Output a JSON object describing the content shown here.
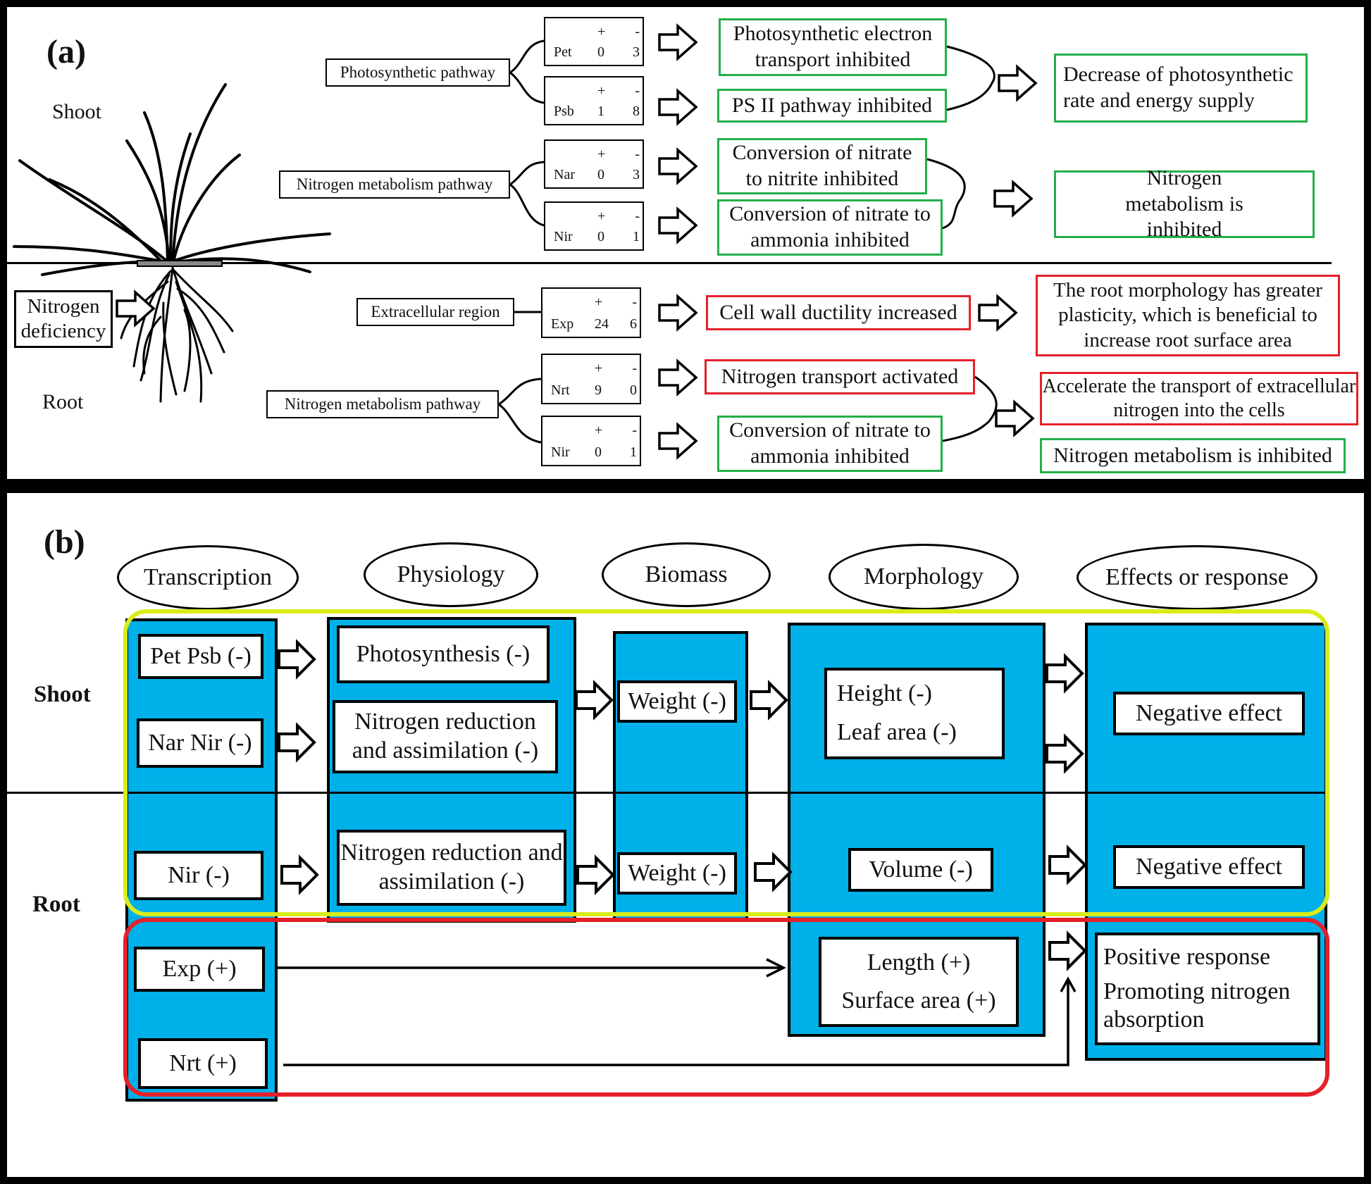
{
  "panel_a": {
    "label": "(a)",
    "shoot_label": "Shoot",
    "root_label": "Root",
    "nitrogen_deficiency": "Nitrogen deficiency",
    "pathways": {
      "photosynthetic": "Photosynthetic pathway",
      "nitrogen_shoot": "Nitrogen metabolism pathway",
      "extracellular": "Extracellular region",
      "nitrogen_root": "Nitrogen metabolism pathway"
    },
    "plus_sign": "+",
    "minus_sign": "-",
    "genes": [
      {
        "name": "Pet",
        "plus": "0",
        "minus": "3"
      },
      {
        "name": "Psb",
        "plus": "1",
        "minus": "8"
      },
      {
        "name": "Nar",
        "plus": "0",
        "minus": "3"
      },
      {
        "name": "Nir",
        "plus": "0",
        "minus": "1"
      },
      {
        "name": "Exp",
        "plus": "24",
        "minus": "6"
      },
      {
        "name": "Nrt",
        "plus": "9",
        "minus": "0"
      },
      {
        "name": "Nir",
        "plus": "0",
        "minus": "1"
      }
    ],
    "effects": {
      "pet": "Photosynthetic electron transport inhibited",
      "psb": "PS II pathway inhibited",
      "nar": "Conversion of nitrate to nitrite inhibited",
      "nir_shoot": "Conversion of nitrate to ammonia inhibited",
      "exp": "Cell wall ductility increased",
      "nrt": "Nitrogen transport activated",
      "nir_root": "Conversion of nitrate to ammonia inhibited"
    },
    "outcomes": {
      "photo": "Decrease of photosynthetic rate and energy supply",
      "nitro_shoot": "Nitrogen metabolism is inhibited",
      "root_morph": "The root morphology has greater plasticity, which is beneficial to increase root surface area",
      "accelerate": "Accelerate the transport of extracellular nitrogen into the cells",
      "nitro_root": "Nitrogen metabolism is inhibited"
    }
  },
  "panel_b": {
    "label": "(b)",
    "shoot_label": "Shoot",
    "root_label": "Root",
    "headers": [
      "Transcription",
      "Physiology",
      "Biomass",
      "Morphology",
      "Effects or response"
    ],
    "transcription": {
      "pet_psb": "Pet Psb (-)",
      "nar_nir": "Nar Nir (-)",
      "nir": "Nir (-)",
      "exp": "Exp (+)",
      "nrt": "Nrt (+)"
    },
    "physiology": {
      "photosynthesis": "Photosynthesis (-)",
      "nitrogen_shoot": "Nitrogen reduction and assimilation (-)",
      "nitrogen_root": "Nitrogen reduction and assimilation (-)"
    },
    "biomass": {
      "shoot_weight": "Weight (-)",
      "root_weight": "Weight (-)"
    },
    "morphology": {
      "height": "Height (-)",
      "leaf_area": "Leaf area (-)",
      "volume": "Volume (-)",
      "length": "Length (+)",
      "surface_area": "Surface area (+)"
    },
    "effects": {
      "shoot_negative": "Negative effect",
      "root_negative": "Negative effect",
      "positive_response": "Positive response",
      "promoting": "Promoting nitrogen absorption"
    }
  },
  "colors": {
    "blue_fill": "#00b0e8",
    "green_outline": "#22b04a",
    "red_outline": "#e4202a",
    "yellow_outline": "#d8ec1c"
  }
}
